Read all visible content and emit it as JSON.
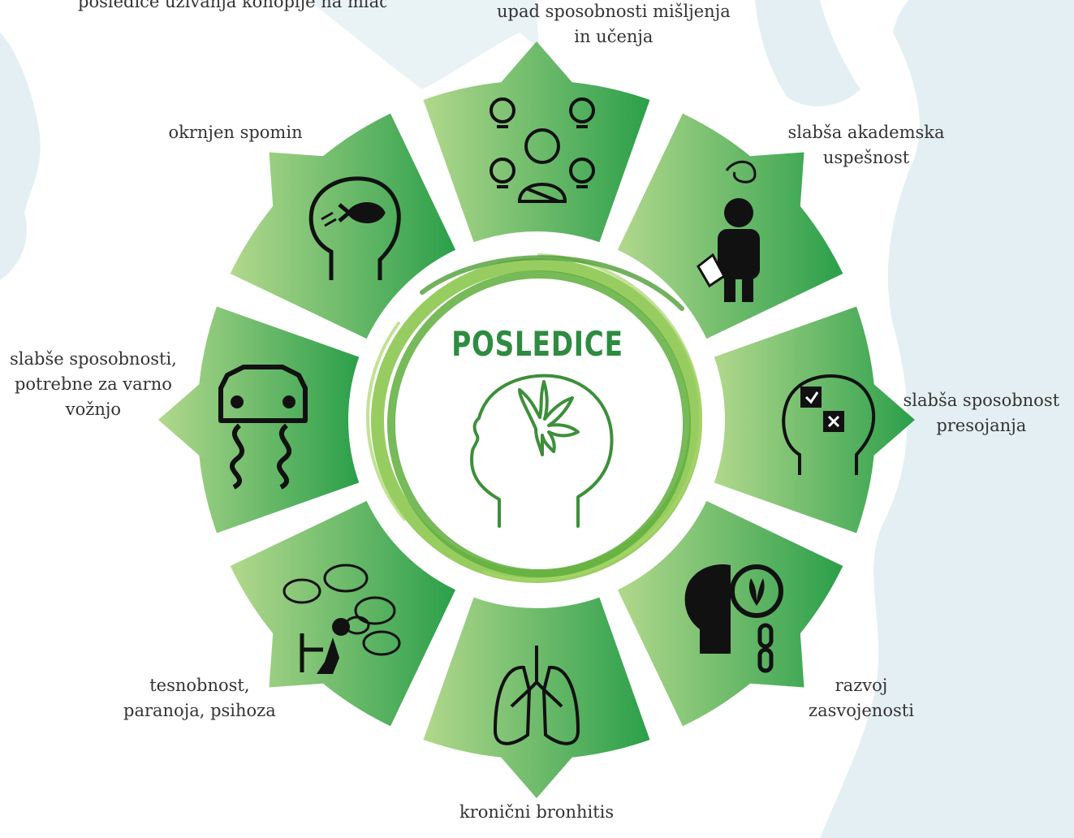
{
  "top_caption": "posledice uživanja konoplje na mlade",
  "center_title": "POSLEDICE",
  "colors": {
    "segment_light": "#b2d88d",
    "segment_dark": "#2b9f4a",
    "ring": "#7cbf4a",
    "title": "#2e8b40",
    "text": "#333333",
    "silhouette": "#e4eff3"
  },
  "segments": [
    {
      "icon": "question-bulbs-person-icon",
      "lines": [
        "upad sposobnosti mišljenja",
        "in učenja"
      ]
    },
    {
      "icon": "confused-student-icon",
      "lines": [
        "slabša akademska",
        "uspešnost"
      ]
    },
    {
      "icon": "head-check-cross-icon",
      "lines": [
        "slabša sposobnost",
        "presojanja"
      ]
    },
    {
      "icon": "head-cannabis-chain-icon",
      "lines": [
        "razvoj",
        "zasvojenosti"
      ]
    },
    {
      "icon": "lungs-icon",
      "lines": [
        "kronični bronhitis"
      ]
    },
    {
      "icon": "anxious-person-clouds-icon",
      "lines": [
        "tesnobnost,",
        "paranoja, psihoza"
      ]
    },
    {
      "icon": "skidding-car-icon",
      "lines": [
        "slabše sposobnosti,",
        "potrebne za varno",
        "vožnjo"
      ]
    },
    {
      "icon": "head-fish-icon",
      "lines": [
        "okrnjen spomin"
      ]
    }
  ]
}
